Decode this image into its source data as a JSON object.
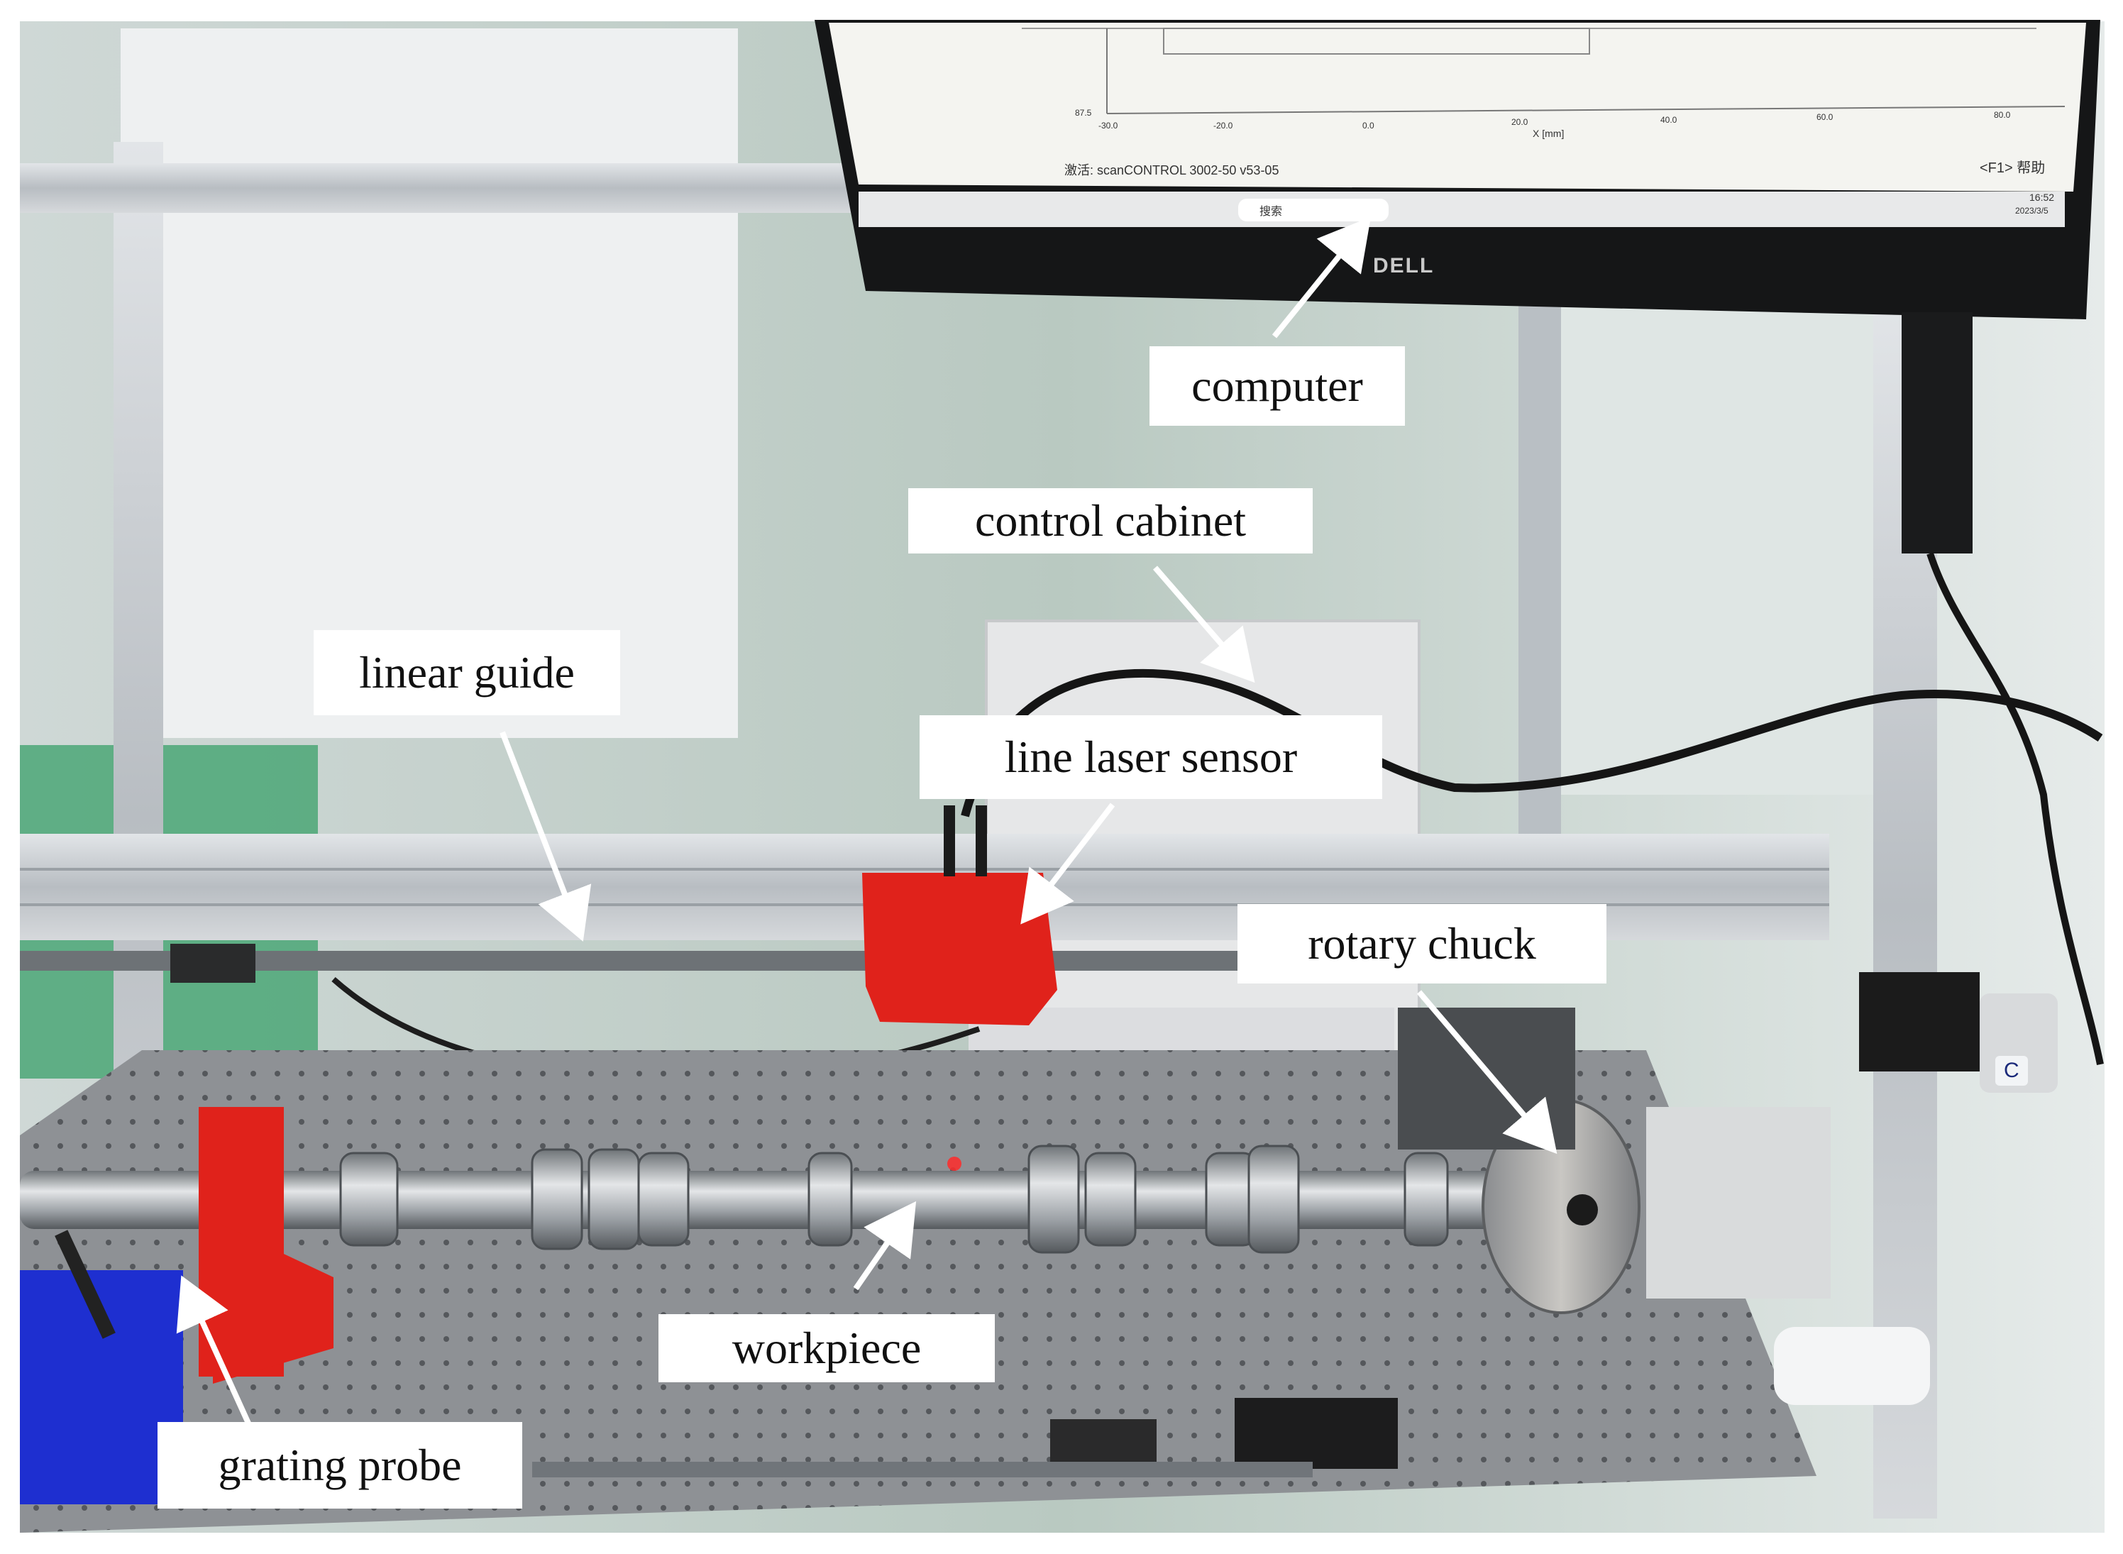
{
  "labels": {
    "computer": "computer",
    "control_cabinet": "control cabinet",
    "linear_guide": "linear guide",
    "line_laser_sensor": "line laser sensor",
    "rotary_chuck": "rotary chuck",
    "workpiece": "workpiece",
    "grating_probe": "grating probe"
  },
  "screen": {
    "status_text": "激活: scanCONTROL 3002-50 v53-05",
    "help_text": "<F1> 帮助",
    "search_placeholder": "搜索",
    "monitor_brand": "DELL",
    "time": "16:52",
    "date": "2023/3/5",
    "axis_unit": "X [mm]",
    "x_ticks": [
      "-30.0",
      "-20.0",
      "0.0",
      "20.0",
      "40.0",
      "60.0",
      "80.0"
    ],
    "y_tick": "87.5"
  },
  "motor_badge": "C",
  "colors": {
    "background_wall": "#c9d4cf",
    "aluminum": "#c7cbcf",
    "sensor_red": "#e0221b",
    "table": "#8f9296",
    "blue_block": "#1e2fd0",
    "monitor_black": "#151617",
    "screen_white": "#f4f4f0"
  }
}
